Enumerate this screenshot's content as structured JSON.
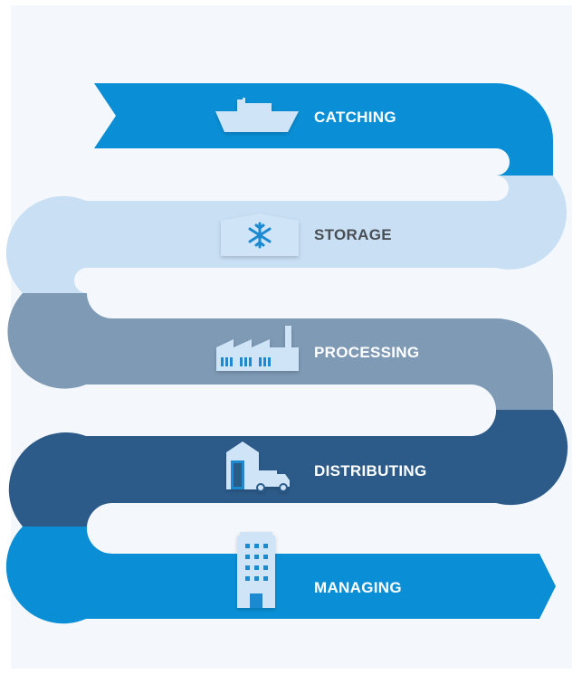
{
  "stages": [
    {
      "id": "catching",
      "label": "CATCHING",
      "icon": "ship-icon",
      "band_color": "#0a8fd6",
      "text_color": "#ffffff"
    },
    {
      "id": "storage",
      "label": "STORAGE",
      "icon": "cold-storage-icon",
      "band_color": "#c8dff4",
      "text_color": "#4a4f55"
    },
    {
      "id": "processing",
      "label": "PROCESSING",
      "icon": "factory-icon",
      "band_color": "#7e9ab5",
      "text_color": "#ffffff"
    },
    {
      "id": "distributing",
      "label": "DISTRIBUTING",
      "icon": "warehouse-truck-icon",
      "band_color": "#2c5b8a",
      "text_color": "#ffffff"
    },
    {
      "id": "managing",
      "label": "MANAGING",
      "icon": "office-building-icon",
      "band_color": "#0a8fd6",
      "text_color": "#ffffff"
    }
  ],
  "icon_fill": "#cfe5f7",
  "icon_accent": "#1a8ad0",
  "background": "#f4f8fc"
}
